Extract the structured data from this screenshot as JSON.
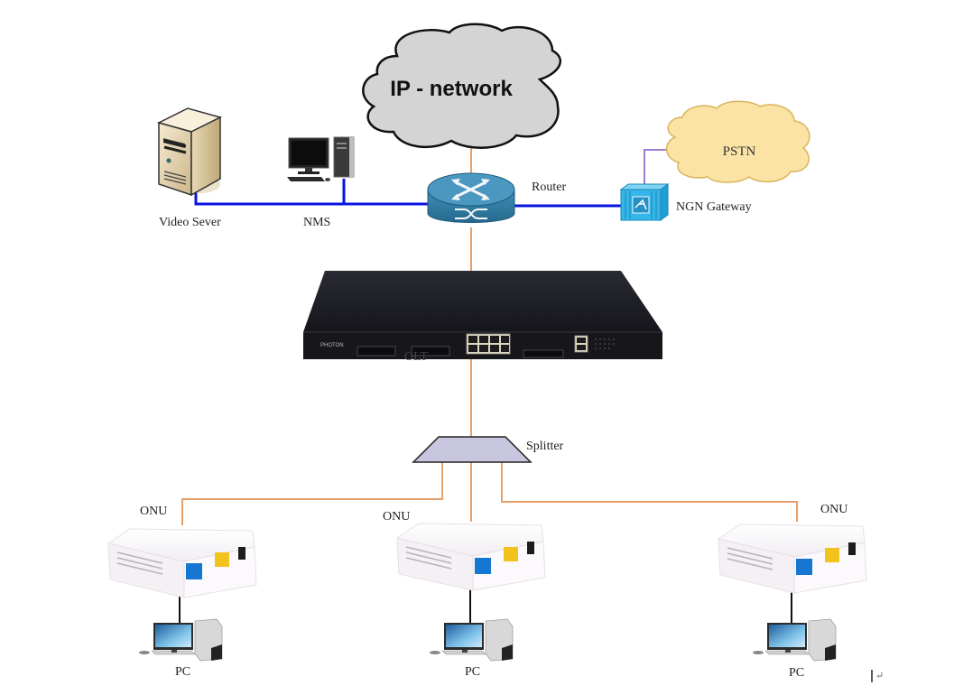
{
  "diagram": {
    "title": "PON network topology",
    "nodes": {
      "ip_network": {
        "label": "IP - network",
        "type": "cloud"
      },
      "pstn": {
        "label": "PSTN",
        "type": "cloud"
      },
      "video_server": {
        "label": "Video Sever",
        "type": "server"
      },
      "nms": {
        "label": "NMS",
        "type": "workstation"
      },
      "router": {
        "label": "Router",
        "type": "router"
      },
      "ngn_gateway": {
        "label": "NGN Gateway",
        "type": "gateway"
      },
      "olt": {
        "label": "OLT",
        "type": "olt",
        "brand": "PHOTON"
      },
      "splitter": {
        "label": "Splitter",
        "type": "splitter"
      },
      "onus": [
        {
          "label": "ONU"
        },
        {
          "label": "ONU"
        },
        {
          "label": "ONU"
        }
      ],
      "pcs": [
        {
          "label": "PC"
        },
        {
          "label": "PC"
        },
        {
          "label": "PC"
        }
      ]
    },
    "links": [
      {
        "from": "router",
        "to": "ip_network",
        "medium": "fiber"
      },
      {
        "from": "video_server",
        "to": "router",
        "medium": "ethernet"
      },
      {
        "from": "nms",
        "to": "router",
        "medium": "ethernet"
      },
      {
        "from": "router",
        "to": "ngn_gateway",
        "medium": "ethernet"
      },
      {
        "from": "ngn_gateway",
        "to": "pstn",
        "medium": "phone"
      },
      {
        "from": "router",
        "to": "olt",
        "medium": "fiber"
      },
      {
        "from": "olt",
        "to": "splitter",
        "medium": "fiber"
      },
      {
        "from": "splitter",
        "to": "onu-1",
        "medium": "fiber"
      },
      {
        "from": "splitter",
        "to": "onu-2",
        "medium": "fiber"
      },
      {
        "from": "splitter",
        "to": "onu-3",
        "medium": "fiber"
      },
      {
        "from": "onu-1",
        "to": "pc-1",
        "medium": "ethernet"
      },
      {
        "from": "onu-2",
        "to": "pc-2",
        "medium": "ethernet"
      },
      {
        "from": "onu-3",
        "to": "pc-3",
        "medium": "ethernet"
      }
    ],
    "colors": {
      "fiber": "#e8a06a",
      "ethernet": "#0a14e0",
      "phone": "#a37ad1",
      "ip_cloud": "#d4d4d4",
      "pstn_cloud": "#fbe3a6",
      "router": "#3c86ad",
      "gateway": "#35b6e8",
      "olt": "#1c1c22",
      "splitter": "#c8c6de"
    },
    "cursor_mark": "↵"
  }
}
